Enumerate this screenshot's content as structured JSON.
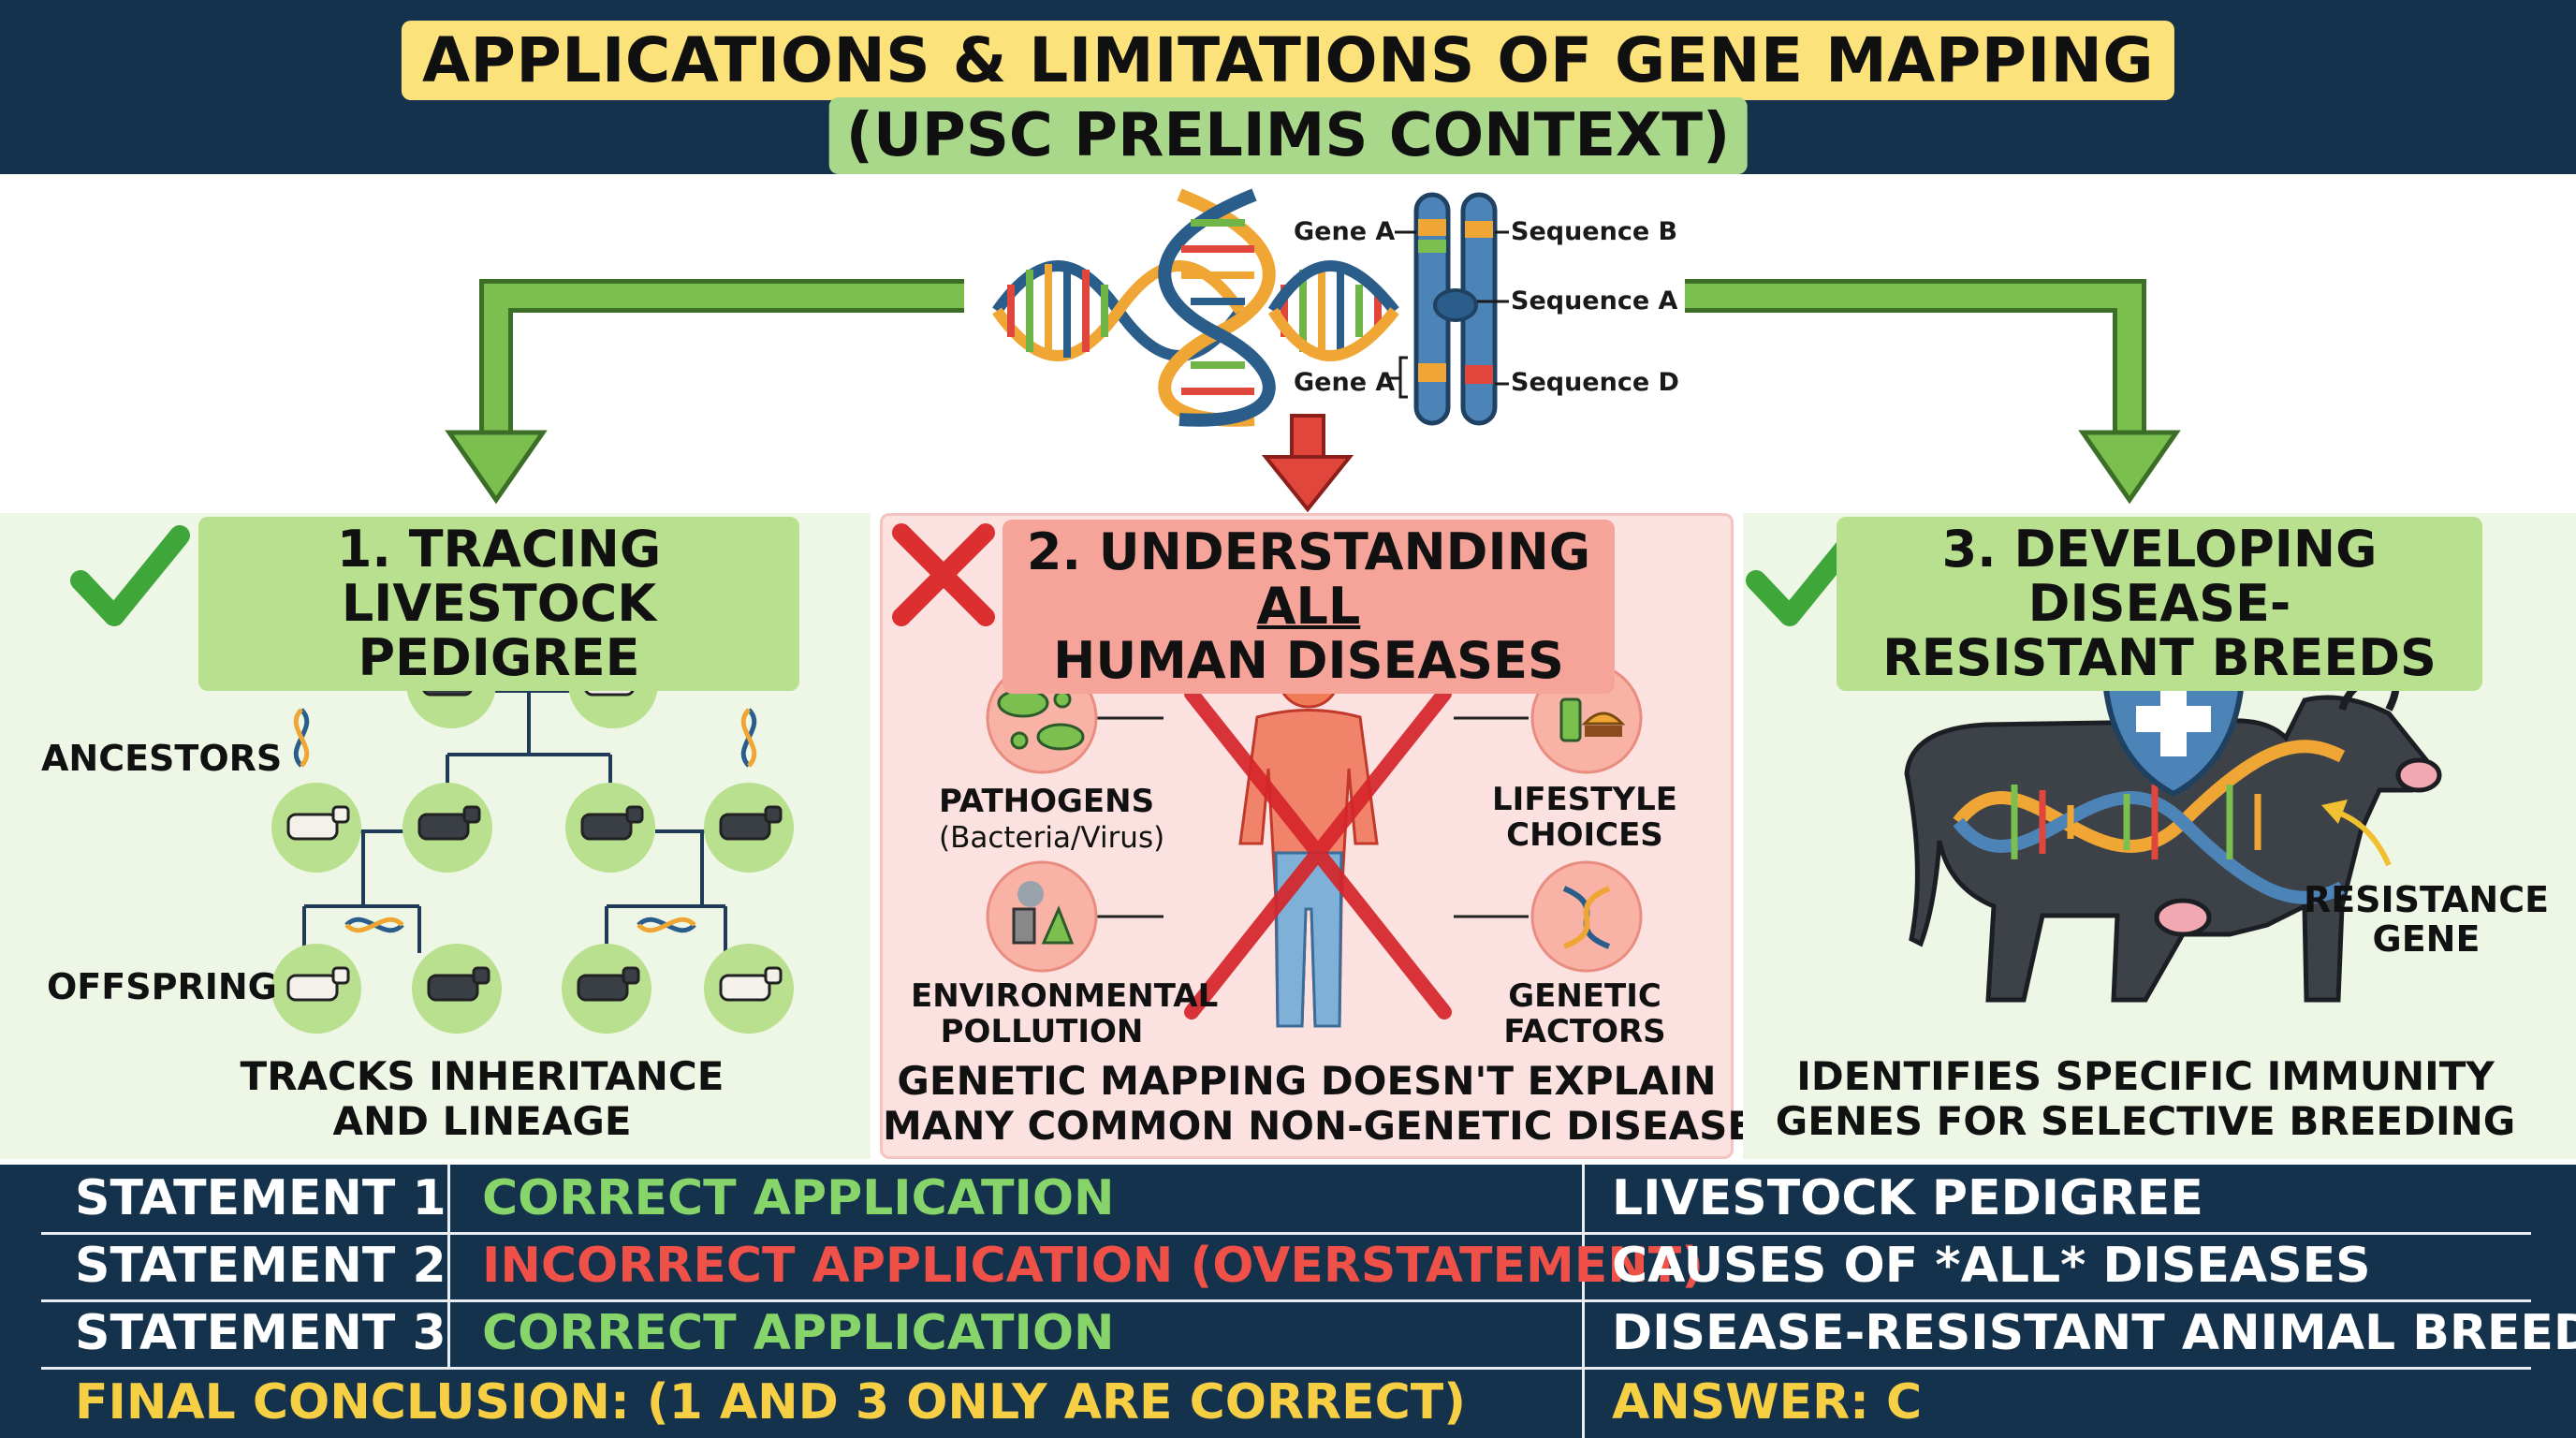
{
  "header": {
    "title": "APPLICATIONS & LIMITATIONS OF GENE MAPPING",
    "subtitle": "(UPSC PRELIMS CONTEXT)"
  },
  "diagram": {
    "labels": {
      "gene_a_top": "Gene A",
      "gene_a_bottom": "Gene A",
      "sequence_b": "Sequence B",
      "sequence_a": "Sequence A",
      "sequence_d": "Sequence D"
    }
  },
  "panels": {
    "left": {
      "status": "correct",
      "title_line1": "1. TRACING LIVESTOCK",
      "title_line2": "PEDIGREE",
      "ancestors_label": "ANCESTORS",
      "offspring_label": "OFFSPRING",
      "caption_line1": "TRACKS INHERITANCE",
      "caption_line2": "AND LINEAGE"
    },
    "middle": {
      "status": "incorrect",
      "title_line1_prefix": "2. UNDERSTANDING ",
      "title_line1_emph": "ALL",
      "title_line2": "HUMAN DISEASES",
      "pathogens": "PATHOGENS",
      "pathogens_sub": "(Bacteria/Virus)",
      "lifestyle_line1": "LIFESTYLE",
      "lifestyle_line2": "CHOICES",
      "environmental_line1": "ENVIRONMENTAL",
      "environmental_line2": "POLLUTION",
      "genetic_line1": "GENETIC",
      "genetic_line2": "FACTORS",
      "caption_line1": "GENETIC MAPPING DOESN'T EXPLAIN",
      "caption_line2": "MANY COMMON NON-GENETIC DISEASES"
    },
    "right": {
      "status": "correct",
      "title_line1": "3. DEVELOPING DISEASE-",
      "title_line2": "RESISTANT BREEDS",
      "resistance_line1": "RESISTANCE",
      "resistance_line2": "GENE",
      "caption_line1": "IDENTIFIES SPECIFIC IMMUNITY",
      "caption_line2": "GENES FOR SELECTIVE BREEDING"
    }
  },
  "table": {
    "rows": [
      {
        "statement": "STATEMENT 1",
        "verdict": "CORRECT APPLICATION",
        "topic": "LIVESTOCK PEDIGREE"
      },
      {
        "statement": "STATEMENT 2",
        "verdict": "INCORRECT APPLICATION (OVERSTATEMENT)",
        "topic": "CAUSES OF *ALL* DISEASES"
      },
      {
        "statement": "STATEMENT 3",
        "verdict": "CORRECT APPLICATION",
        "topic": "DISEASE-RESISTANT ANIMAL BREEDS"
      }
    ],
    "conclusion": "FINAL CONCLUSION: (1 AND 3 ONLY ARE CORRECT)",
    "answer": "ANSWER: C"
  },
  "colors": {
    "navy": "#14324b",
    "green_arrow": "#6fb548",
    "red_arrow": "#e0463c",
    "check_green": "#3fa63a",
    "cross_red": "#dc2f2f",
    "title_yellow": "#fbe27a",
    "title_green": "#a9d88a"
  }
}
